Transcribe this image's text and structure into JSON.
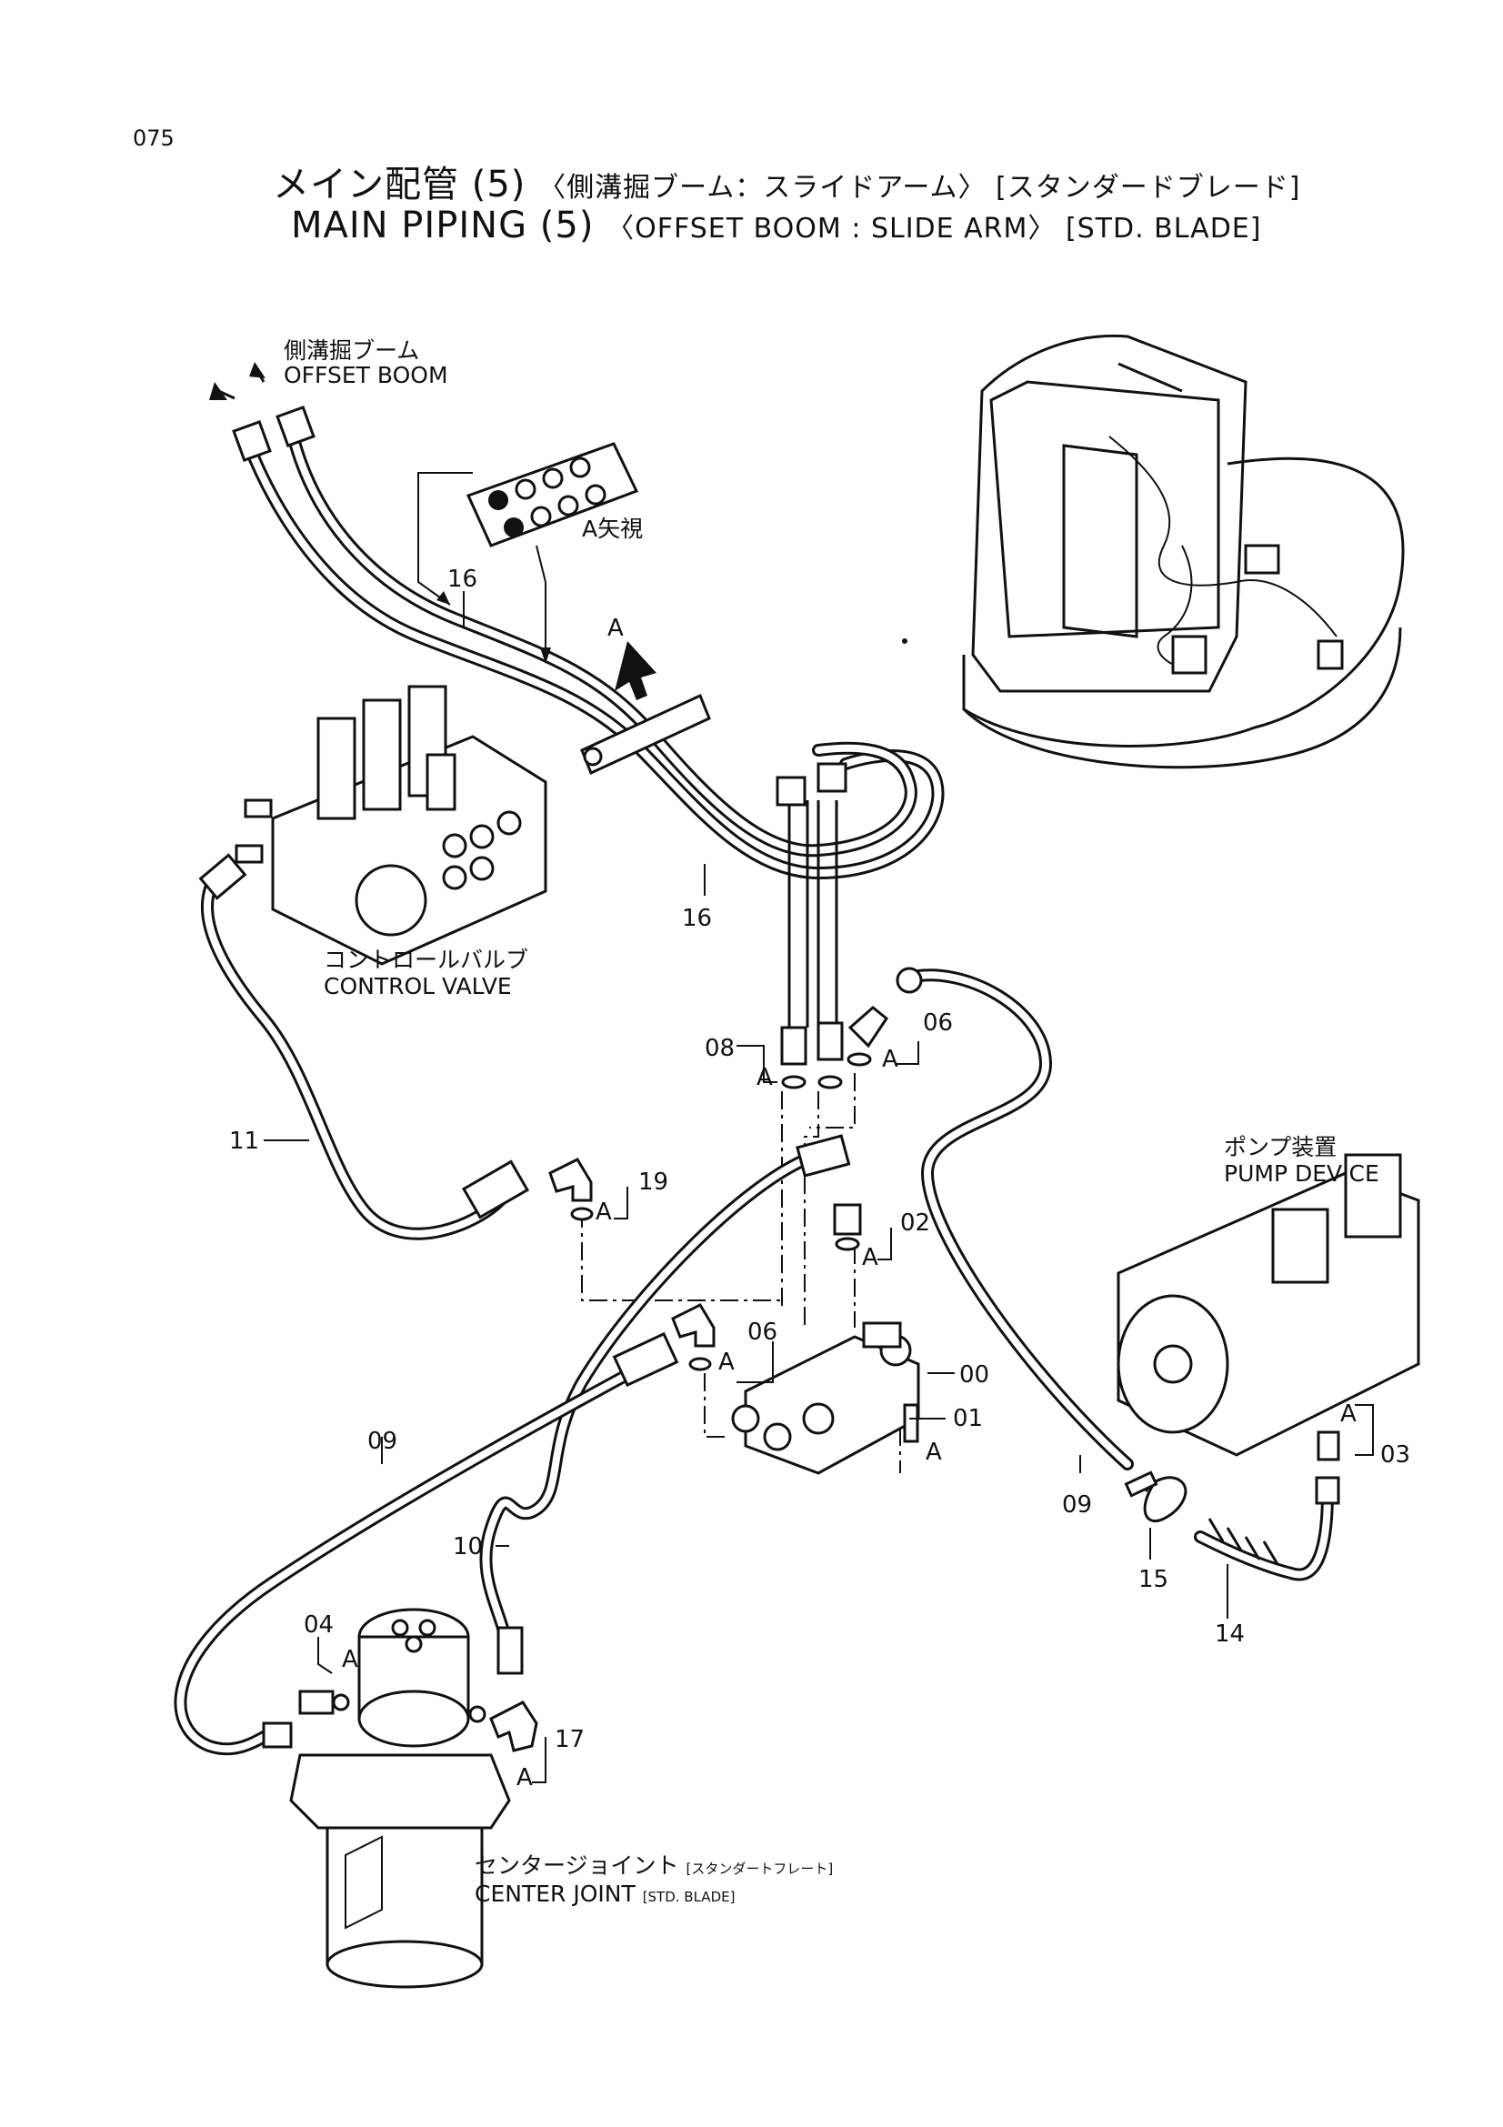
{
  "page_number": "075",
  "title": {
    "jp_main": "メイン配管 (5)",
    "jp_sub": "〈側溝掘ブーム：スライドアーム〉 [スタンダードブレード]",
    "en_main": "MAIN PIPING (5)",
    "en_sub": "〈OFFSET BOOM : SLIDE ARM〉 [STD. BLADE]"
  },
  "labels": {
    "offset_boom_jp": "側溝掘ブーム",
    "offset_boom_en": "OFFSET BOOM",
    "arrow_view": "A矢視",
    "arrow_a": "A",
    "control_valve_jp": "コントロールバルブ",
    "control_valve_en": "CONTROL VALVE",
    "pump_device_jp": "ポンプ装置",
    "pump_device_en": "PUMP DEVICE",
    "center_joint_jp": "センタージョイント",
    "center_joint_jp_sub": "[スタンダートフレート]",
    "center_joint_en": "CENTER JOINT",
    "center_joint_en_sub": "[STD. BLADE]"
  },
  "part_numbers": {
    "p16a": "16",
    "p16b": "16",
    "p08": "08",
    "p06a": "06",
    "p11": "11",
    "p19": "19",
    "p02": "02",
    "p06b": "06",
    "p00": "00",
    "p01": "01",
    "p09a": "09",
    "p10": "10",
    "p04": "04",
    "p17": "17",
    "p03": "03",
    "p09b": "09",
    "p15": "15",
    "p14": "14"
  },
  "a_marks": [
    "A",
    "A",
    "A",
    "A",
    "A",
    "A",
    "A",
    "A",
    "A"
  ]
}
